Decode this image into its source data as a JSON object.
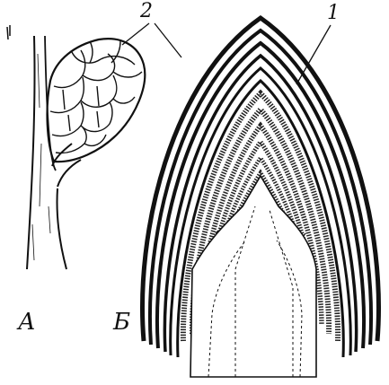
{
  "labels": {
    "one": "1",
    "two": "2",
    "panel_a": "А",
    "panel_b": "Б"
  },
  "colors": {
    "ink": "#111111",
    "paper": "#ffffff"
  }
}
